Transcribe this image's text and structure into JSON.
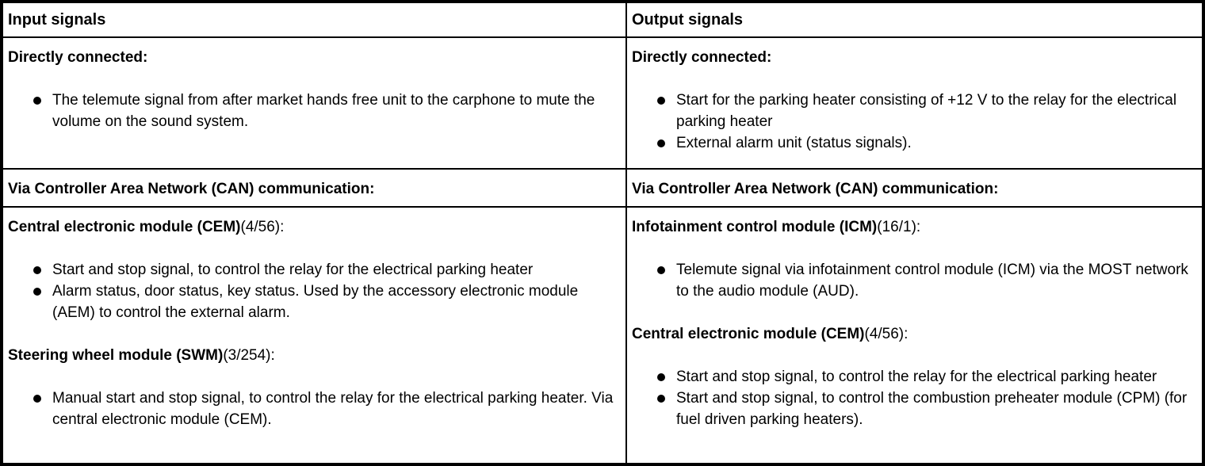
{
  "colors": {
    "border": "#000000",
    "text": "#000000",
    "background": "#ffffff"
  },
  "table": {
    "columns": [
      {
        "header": "Input signals",
        "rows": [
          {
            "sections": [
              {
                "heading_bold": "Directly connected:",
                "heading_rest": "",
                "bullets": [
                  "The telemute signal from after market hands free unit to the carphone to mute the volume on the sound system."
                ]
              }
            ]
          },
          {
            "sections": [
              {
                "heading_bold": "Via Controller Area Network (CAN) communication:",
                "heading_rest": "",
                "bullets": []
              }
            ]
          },
          {
            "sections": [
              {
                "heading_bold": "Central electronic module (CEM)",
                "heading_rest": "(4/56):",
                "bullets": [
                  "Start and stop signal, to control the relay for the electrical parking heater",
                  "Alarm status, door status, key status. Used by the accessory electronic module (AEM) to control the external alarm."
                ]
              },
              {
                "heading_bold": "Steering wheel module (SWM)",
                "heading_rest": "(3/254):",
                "bullets": [
                  "Manual start and stop signal, to control the relay for the electrical parking heater. Via central electronic module (CEM)."
                ]
              }
            ]
          }
        ]
      },
      {
        "header": "Output signals",
        "rows": [
          {
            "sections": [
              {
                "heading_bold": "Directly connected:",
                "heading_rest": "",
                "bullets": [
                  "Start for the parking heater consisting of +12 V to the relay for the electrical parking heater",
                  "External alarm unit (status signals)."
                ]
              }
            ]
          },
          {
            "sections": [
              {
                "heading_bold": "Via Controller Area Network (CAN) communication:",
                "heading_rest": "",
                "bullets": []
              }
            ]
          },
          {
            "sections": [
              {
                "heading_bold": "Infotainment control module (ICM)",
                "heading_rest": "(16/1):",
                "bullets": [
                  "Telemute signal via infotainment control module (ICM) via the MOST network to the audio module (AUD)."
                ]
              },
              {
                "heading_bold": "Central electronic module (CEM)",
                "heading_rest": "(4/56):",
                "bullets": [
                  "Start and stop signal, to control the relay for the electrical parking heater",
                  "Start and stop signal, to control the combustion preheater module (CPM) (for fuel driven parking heaters)."
                ]
              }
            ]
          }
        ]
      }
    ]
  }
}
